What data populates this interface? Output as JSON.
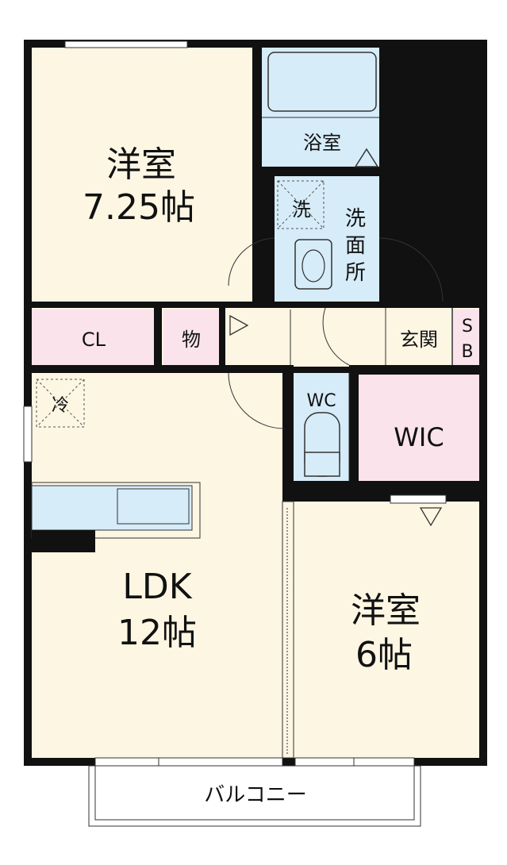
{
  "rooms": {
    "western_room_1": {
      "name": "洋室",
      "size": "7.25帖"
    },
    "bathroom": {
      "name": "浴室"
    },
    "washroom": {
      "name_line1": "洗",
      "name_line2": "面",
      "name_line3": "所"
    },
    "washer_spot": {
      "name": "洗"
    },
    "closet": {
      "name": "CL"
    },
    "storage": {
      "name": "物"
    },
    "entrance": {
      "name": "玄関"
    },
    "shoe_box": {
      "line1": "S",
      "line2": "B"
    },
    "fridge_spot": {
      "name": "冷"
    },
    "toilet": {
      "name": "WC"
    },
    "walk_in_closet": {
      "name": "WIC"
    },
    "ldk": {
      "name": "LDK",
      "size": "12帖"
    },
    "western_room_2": {
      "name": "洋室",
      "size": "6帖"
    },
    "balcony": {
      "name": "バルコニー"
    }
  },
  "colors": {
    "wall": "#111111",
    "room_floor": "#fdf6e3",
    "wet_area": "#d6ecf8",
    "closet": "#fbe3ec",
    "line": "#333333"
  }
}
